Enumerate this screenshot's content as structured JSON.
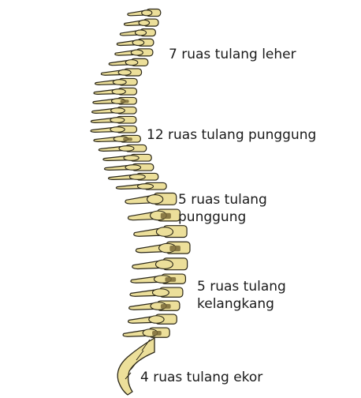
{
  "colors": {
    "bone_fill": "#ecdf9a",
    "bone_stroke": "#2a2617",
    "shadow": "#7a6a37",
    "text": "#1a1a1a"
  },
  "labels": {
    "cervical": "7 ruas tulang leher",
    "thoracic_line": "12 ruas tulang punggung",
    "lumbar_line1": "5 ruas tulang",
    "lumbar_line2": "punggung",
    "sacral_line1": "5 ruas tulang",
    "sacral_line2": "kelangkang",
    "coccyx": "4 ruas tulang ekor"
  },
  "vertebra_groups": [
    {
      "name": "cervical",
      "count": 7
    },
    {
      "name": "thoracic",
      "count": 12
    },
    {
      "name": "lumbar",
      "count": 5
    },
    {
      "name": "sacral",
      "count": 5
    },
    {
      "name": "coccyx",
      "count": 4
    }
  ]
}
